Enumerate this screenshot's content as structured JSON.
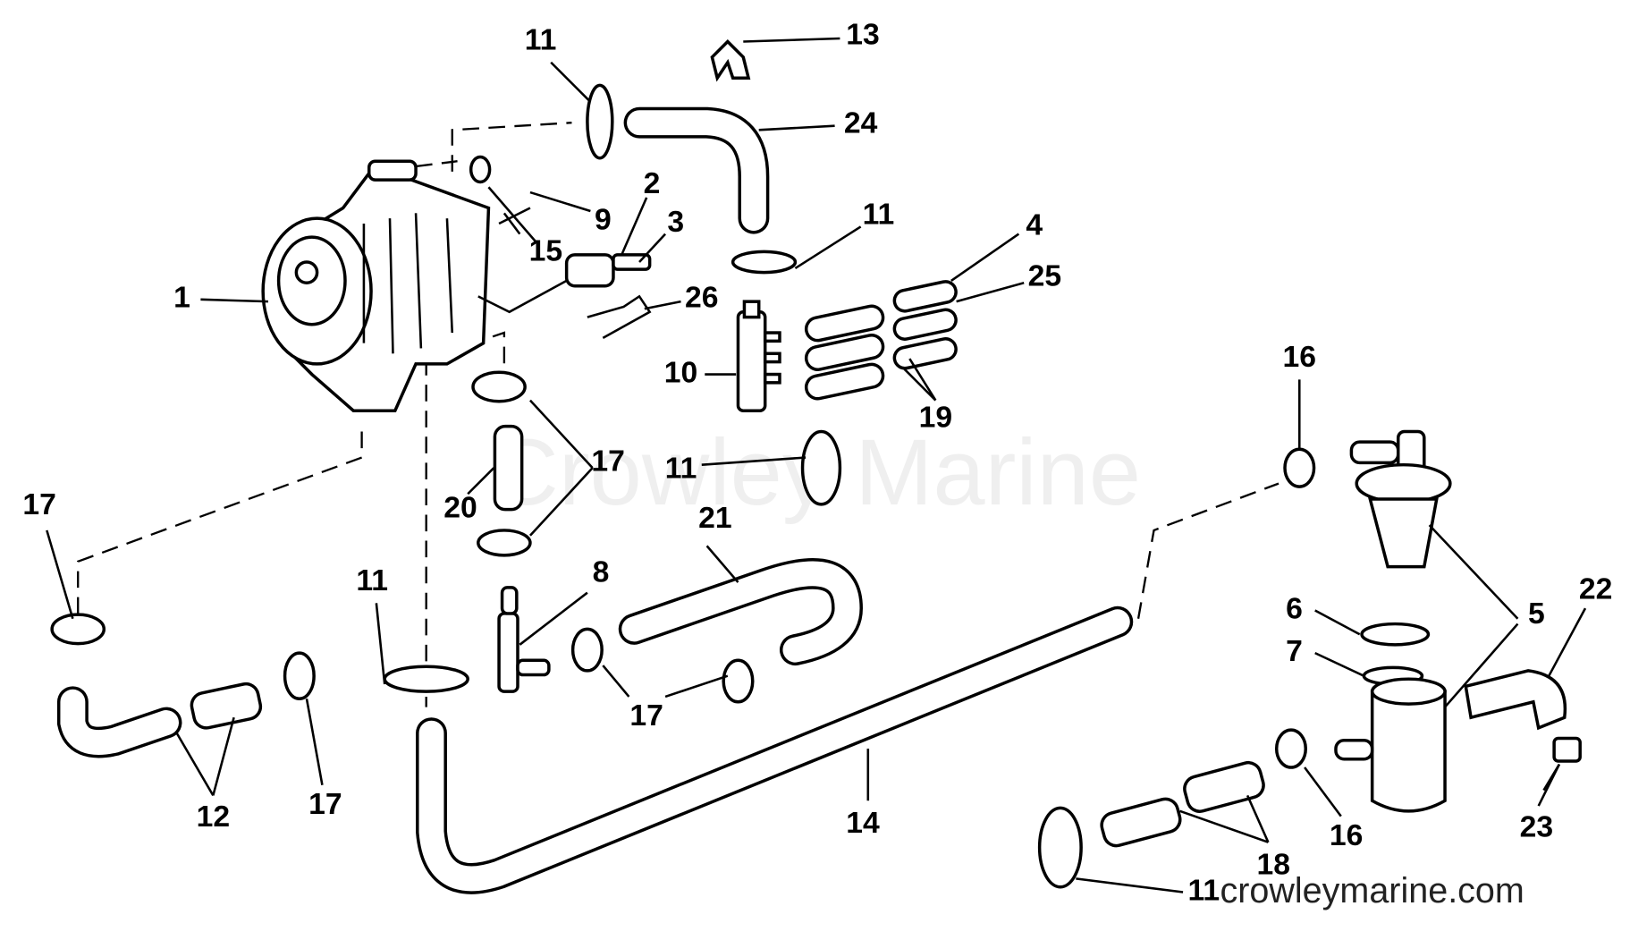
{
  "diagram": {
    "callouts": [
      "11",
      "13",
      "24",
      "2",
      "9",
      "3",
      "15",
      "11",
      "4",
      "25",
      "1",
      "26",
      "10",
      "19",
      "16",
      "11",
      "17",
      "20",
      "21",
      "17",
      "8",
      "11",
      "22",
      "6",
      "5",
      "7",
      "17",
      "12",
      "17",
      "14",
      "23",
      "16",
      "18",
      "11"
    ],
    "watermark": "Crowley Marine",
    "website": "crowleymarine.com"
  }
}
